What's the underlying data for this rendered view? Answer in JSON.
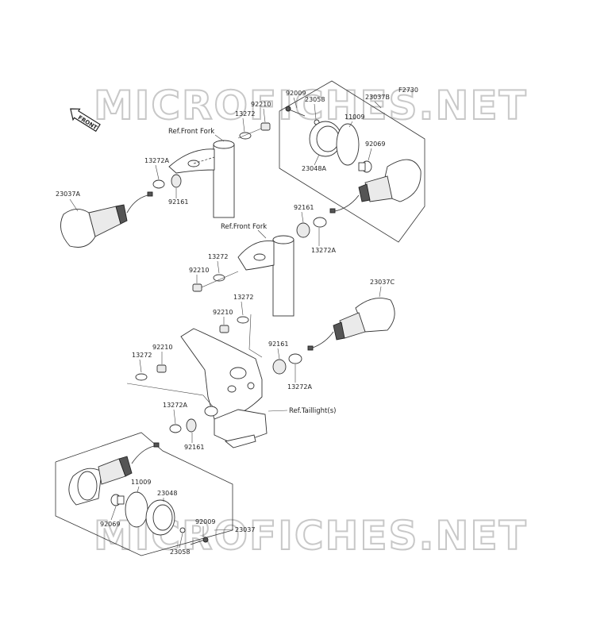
{
  "figure_code": "F2730",
  "direction_indicator": "FRONT",
  "watermarks": [
    "MICROFICHES.NET",
    "MICROFICHES.NET"
  ],
  "refs": {
    "front_fork_upper": "Ref.Front Fork",
    "front_fork_lower": "Ref.Front Fork",
    "taillight": "Ref.Taillight(s)"
  },
  "parts": {
    "p_23037A": "23037A",
    "p_23037B": "23037B",
    "p_23037C": "23037C",
    "p_23037": "23037",
    "p_13272A_1": "13272A",
    "p_13272A_2": "13272A",
    "p_13272A_3": "13272A",
    "p_13272A_4": "13272A",
    "p_13272_1": "13272",
    "p_13272_2": "13272",
    "p_13272_3": "13272",
    "p_13272_4": "13272",
    "p_92210_1": "92210",
    "p_92210_2": "92210",
    "p_92210_3": "92210",
    "p_92210_4": "92210",
    "p_92161_1": "92161",
    "p_92161_2": "92161",
    "p_92161_3": "92161",
    "p_92161_4": "92161",
    "p_92009_1": "92009",
    "p_92009_2": "92009",
    "p_23058_1": "23058",
    "p_23058_2": "23058",
    "p_11009_1": "11009",
    "p_11009_2": "11009",
    "p_92069_1": "92069",
    "p_92069_2": "92069",
    "p_23048A": "23048A",
    "p_23048": "23048"
  }
}
